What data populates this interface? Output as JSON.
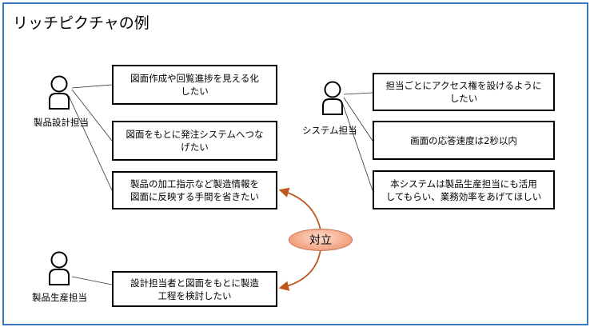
{
  "title": "リッチピクチャの例",
  "actors": {
    "design": "製品設計担当",
    "system": "システム担当",
    "production": "製品生産担当"
  },
  "boxes": {
    "design_1": "図面作成や回覧進捗を見える化\nしたい",
    "design_2": "図面をもとに発注システムへつな\nげたい",
    "design_3": "製品の加工指示など製造情報を\n図面に反映する手間を省きたい",
    "system_1": "担当ごとにアクセス権を設けるように\nしたい",
    "system_2": "画面の応答速度は2秒以内",
    "system_3": "本システムは製品生産担当にも活用\nしてもらい、業務効率をあげてほしい",
    "production_1": "設計担当者と図面をもとに製造\n工程を検討したい"
  },
  "conflict_label": "対立",
  "colors": {
    "frame": "#3a78c3",
    "arrow": "#c0561e",
    "conflict_fill": "#f4a888"
  }
}
